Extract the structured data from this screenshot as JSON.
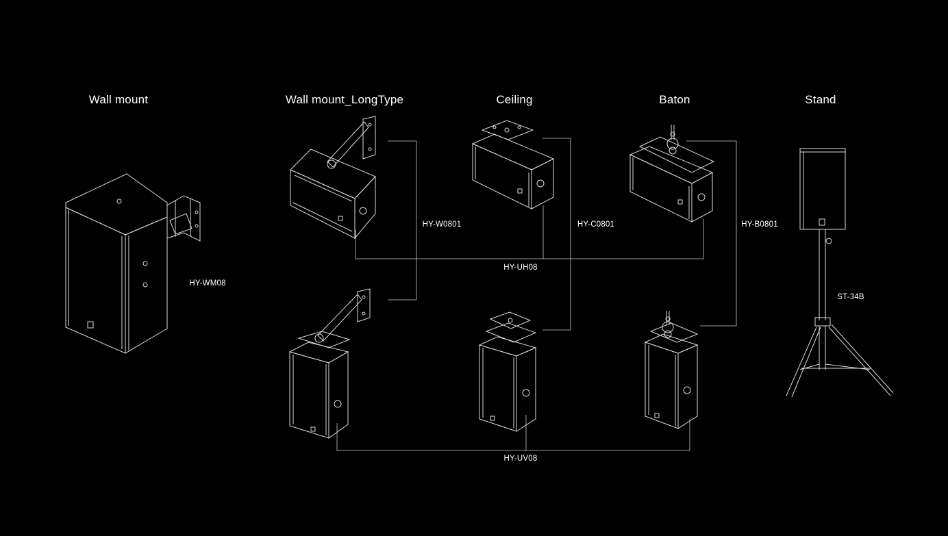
{
  "diagram": {
    "headings": {
      "wall_mount": "Wall mount",
      "wall_mount_long": "Wall mount_LongType",
      "ceiling": "Ceiling",
      "baton": "Baton",
      "stand": "Stand"
    },
    "models": {
      "wm": "HY-WM08",
      "w": "HY-W0801",
      "c": "HY-C0801",
      "b": "HY-B0801",
      "uh": "HY-UH08",
      "uv": "HY-UV08",
      "st": "ST-34B"
    }
  },
  "colors": {
    "background": "#000000",
    "line": "#dddddd",
    "text": "#ffffff"
  }
}
